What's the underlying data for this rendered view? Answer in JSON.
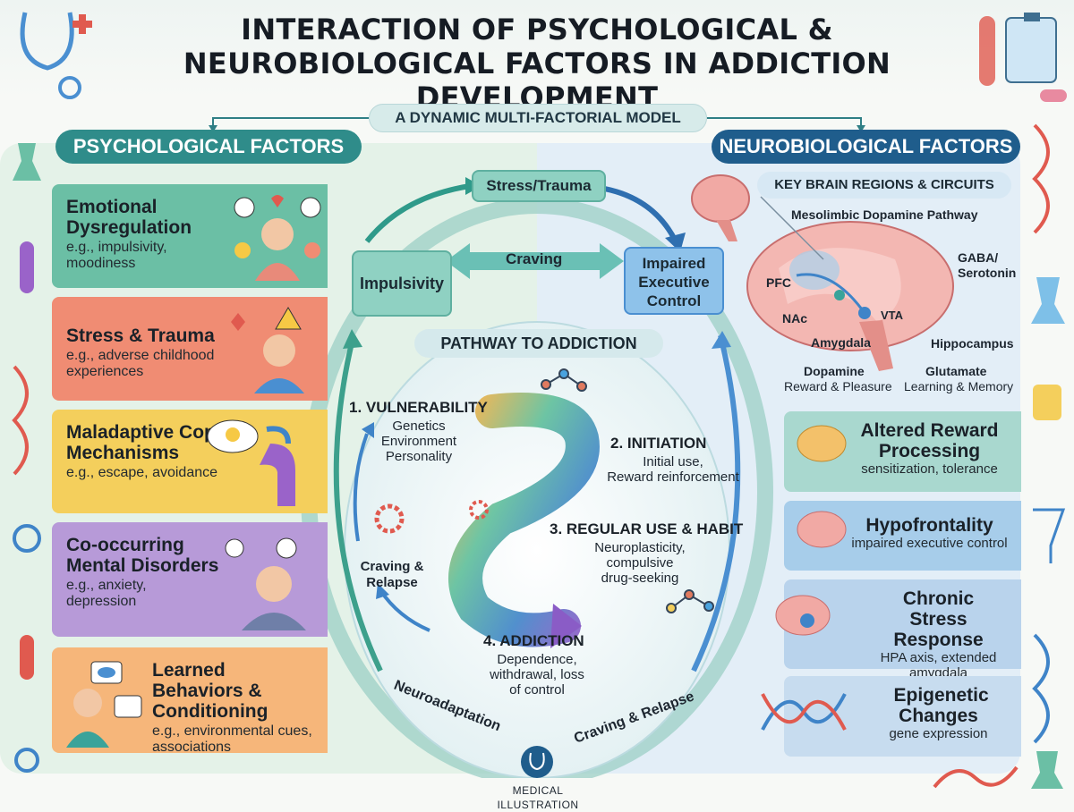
{
  "title": "INTERACTION OF PSYCHOLOGICAL & NEUROBIOLOGICAL FACTORS IN ADDICTION DEVELOPMENT",
  "subtitle": "A DYNAMIC MULTI-FACTORIAL MODEL",
  "psychological": {
    "header": "PSYCHOLOGICAL FACTORS",
    "cards": [
      {
        "title": "Emotional Dysregulation",
        "sub": "e.g., impulsivity, moodiness",
        "color": "#6bbfa5"
      },
      {
        "title": "Stress & Trauma",
        "sub": "e.g., adverse childhood experiences",
        "color": "#f08c73"
      },
      {
        "title": "Maladaptive Coping Mechanisms",
        "sub": "e.g., escape, avoidance",
        "color": "#f4cf5c"
      },
      {
        "title": "Co-occurring Mental Disorders",
        "sub": "e.g., anxiety, depression",
        "color": "#b79ad8"
      },
      {
        "title": "Learned Behaviors & Conditioning",
        "sub": "e.g., environmental cues, associations",
        "color": "#f6b67a"
      }
    ]
  },
  "neurobiological": {
    "header": "NEUROBIOLOGICAL FACTORS",
    "brain_header": "KEY BRAIN REGIONS & CIRCUITS",
    "pathway": "Mesolimbic Dopamine Pathway",
    "regions": {
      "pfc": "PFC",
      "gaba": "GABA/ Serotonin",
      "nac": "NAc",
      "vta": "VTA",
      "amygdala": "Amygdala",
      "hippocampus": "Hippocampus",
      "dopamine": "Dopamine",
      "dopamine_sub": "Reward & Pleasure",
      "glutamate": "Glutamate",
      "glutamate_sub": "Learning & Memory"
    },
    "cards": [
      {
        "title": "Altered Reward Processing",
        "sub": "sensitization, tolerance",
        "color": "#a9d8cf"
      },
      {
        "title": "Hypofrontality",
        "sub": "impaired executive control",
        "color": "#a7cdea"
      },
      {
        "title": "Chronic Stress Response",
        "sub": "HPA axis, extended amygdala",
        "color": "#b9d3ec"
      },
      {
        "title": "Epigenetic Changes",
        "sub": "gene expression",
        "color": "#c7dcef"
      }
    ]
  },
  "cycle": {
    "stress_trauma": "Stress/Trauma",
    "impulsivity": "Impulsivity",
    "craving": "Craving",
    "impaired_control": "Impaired Executive Control",
    "pathway_title": "PATHWAY TO ADDICTION",
    "neuroadaptation": "Neuroadaptation",
    "craving_relapse": "Craving & Relapse"
  },
  "stages": [
    {
      "title": "1. VULNERABILITY",
      "sub": "Genetics\nEnvironment\nPersonality"
    },
    {
      "title": "2. INITIATION",
      "sub": "Initial use,\nReward reinforcement"
    },
    {
      "title": "3. REGULAR USE & HABIT",
      "sub": "Neuroplasticity,\ncompulsive\ndrug-seeking"
    },
    {
      "title": "4. ADDICTION",
      "sub": "Dependence,\nwithdrawal, loss\nof control"
    }
  ],
  "inner_loop_label": "Craving & Relapse",
  "footer": "MEDICAL ILLUSTRATION",
  "icons": [
    "stethoscope-icon",
    "medical-cross-icon",
    "molecule-icon",
    "test-tube-icon",
    "clipboard-icon",
    "pill-icon",
    "flask-icon",
    "dna-icon",
    "magnifier-icon",
    "brain-icon",
    "gear-icon",
    "lightbulb-icon",
    "eye-icon",
    "warning-icon",
    "broken-heart-icon"
  ]
}
